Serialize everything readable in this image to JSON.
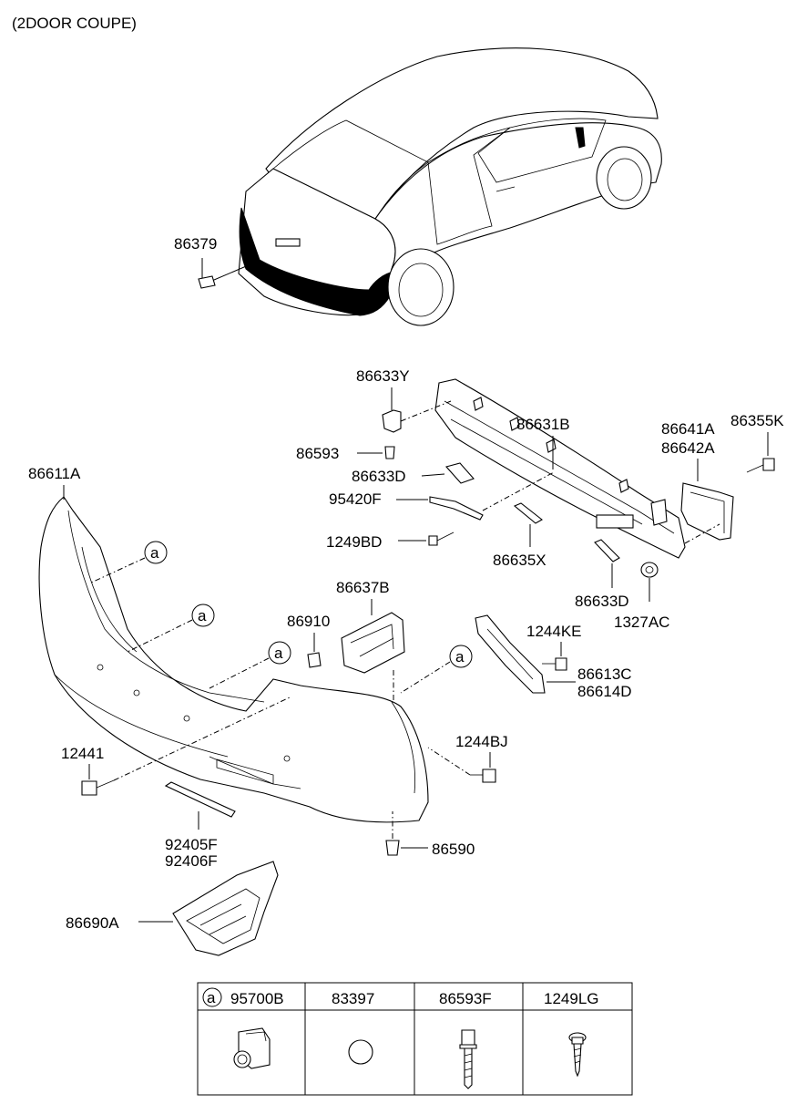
{
  "header": {
    "title": "(2DOOR COUPE)"
  },
  "callout_letter": "a",
  "parts": {
    "p86379": "86379",
    "p86633Y": "86633Y",
    "p86631B": "86631B",
    "p86593": "86593",
    "p86633D_top": "86633D",
    "p95420F": "95420F",
    "p1249BD": "1249BD",
    "p86635X": "86635X",
    "p86633D_bottom": "86633D",
    "p86641A": "86641A",
    "p86642A": "86642A",
    "p86355K": "86355K",
    "p1327AC": "1327AC",
    "p86611A": "86611A",
    "p86637B": "86637B",
    "p86910": "86910",
    "p1244KE": "1244KE",
    "p86613C": "86613C",
    "p86614D": "86614D",
    "p12441": "12441",
    "p1244BJ": "1244BJ",
    "p92405F": "92405F",
    "p92406F": "92406F",
    "p86590": "86590",
    "p86690A": "86690A"
  },
  "table": {
    "headers": [
      "95700B",
      "83397",
      "86593F",
      "1249LG"
    ],
    "icons": [
      "parking-sensor-icon",
      "round-cap-icon",
      "bolt-icon",
      "screw-icon"
    ]
  }
}
